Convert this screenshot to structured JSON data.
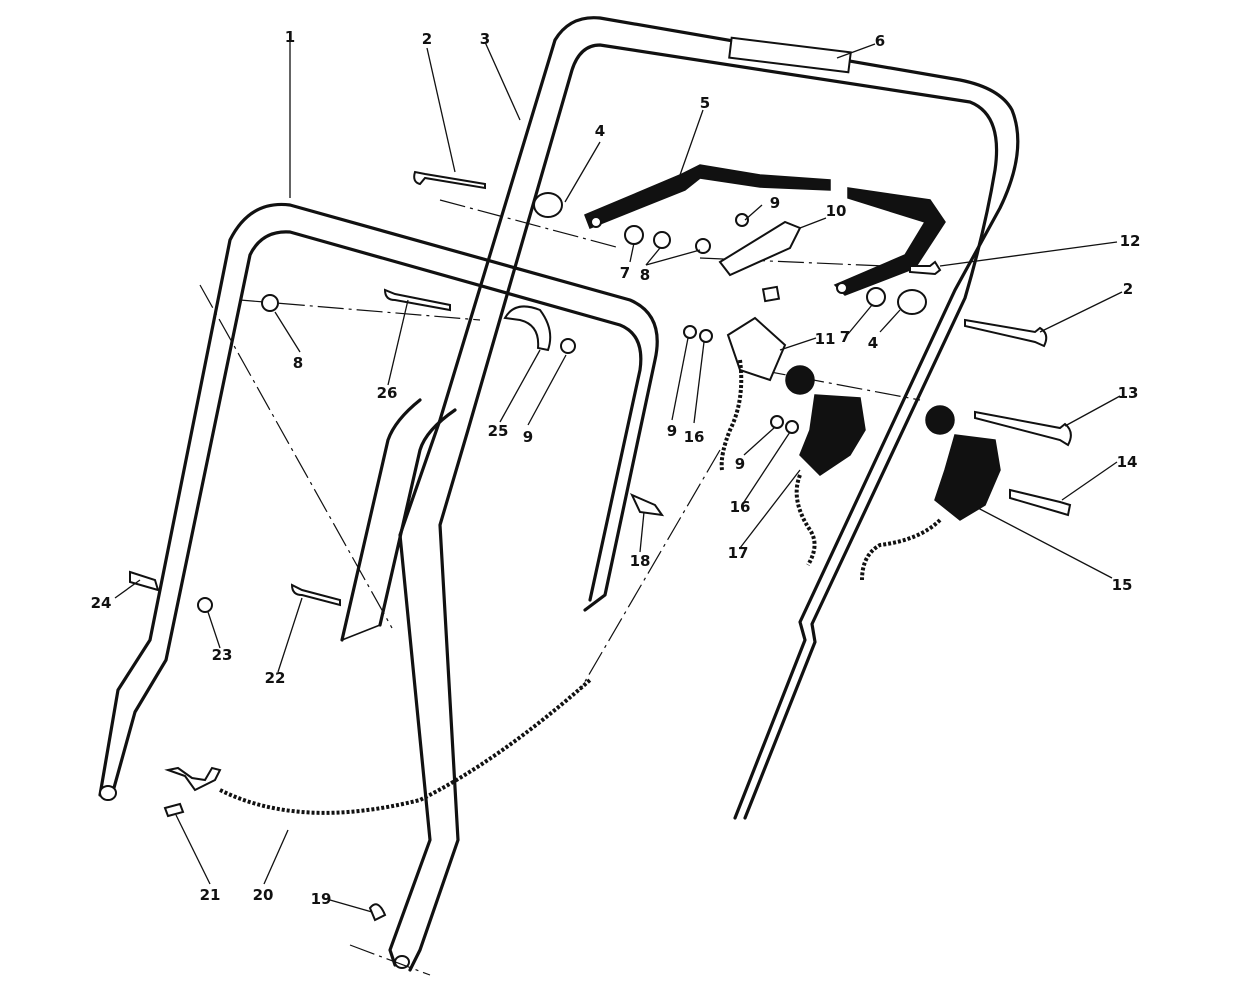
{
  "callouts": {
    "c1": "1",
    "c2a": "2",
    "c2b": "2",
    "c3": "3",
    "c4a": "4",
    "c4b": "4",
    "c5": "5",
    "c6": "6",
    "c7a": "7",
    "c7b": "7",
    "c8a": "8",
    "c8b": "8",
    "c9a": "9",
    "c9b": "9",
    "c9c": "9",
    "c9d": "9",
    "c10": "10",
    "c11": "11",
    "c12": "12",
    "c13": "13",
    "c14": "14",
    "c15": "15",
    "c16a": "16",
    "c16b": "16",
    "c17": "17",
    "c18": "18",
    "c19": "19",
    "c20": "20",
    "c21": "21",
    "c22": "22",
    "c23": "23",
    "c24": "24",
    "c25": "25",
    "c26": "26"
  }
}
